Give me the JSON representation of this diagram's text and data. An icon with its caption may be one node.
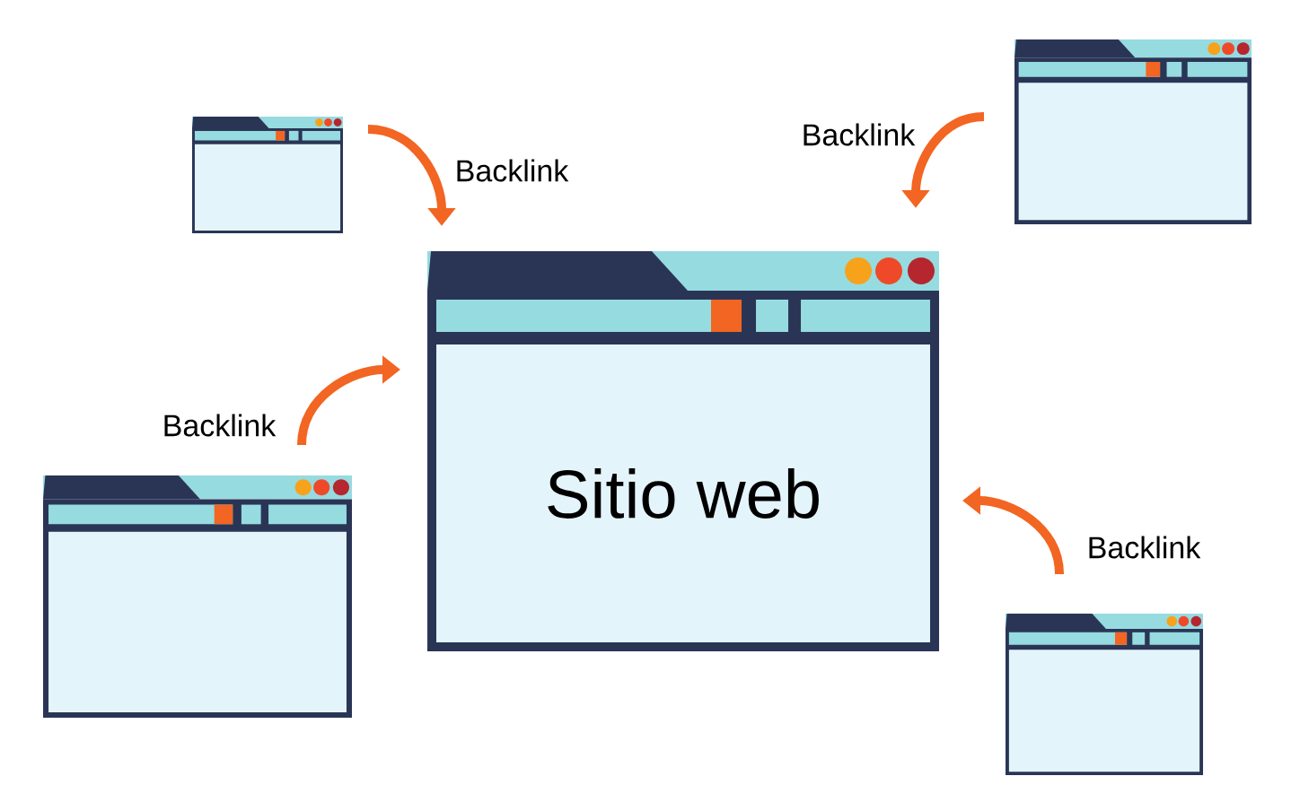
{
  "diagram": {
    "nodes": [
      {
        "text": [],
        "shape": "window"
      },
      {
        "text": [],
        "shape": "window"
      },
      {
        "text": [
          "Sitio web"
        ]
      },
      {
        "text": [],
        "shape": "window"
      },
      {
        "text": [],
        "shape": "window"
      }
    ],
    "edges": [
      {
        "from": 0,
        "to": 2,
        "arrow": "to",
        "label": "Backlink"
      },
      {
        "from": 1,
        "to": 2,
        "arrow": "to",
        "label": "Backlink"
      },
      {
        "from": 3,
        "to": 2,
        "arrow": "to",
        "label": "Backlink"
      },
      {
        "from": 4,
        "to": 2,
        "arrow": "to",
        "label": "Backlink"
      }
    ]
  }
}
